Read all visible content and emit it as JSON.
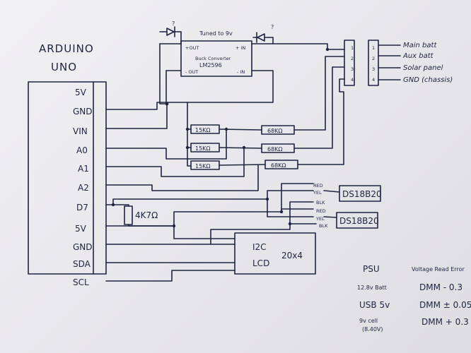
{
  "board": {
    "title": "ARDUINO",
    "subtitle": "UNO",
    "pins_right": [
      "5V",
      "GND",
      "VIN",
      "A0",
      "A1",
      "A2",
      "D7",
      "5V",
      "GND",
      "SDA",
      "SCL"
    ]
  },
  "buck": {
    "note": "Tuned to 9v",
    "name": "Buck Converter",
    "part": "LM2596",
    "out_pos": "+OUT",
    "in_pos": "+ IN",
    "out_neg": "- OUT",
    "in_neg": "- IN",
    "diode_mark": "?"
  },
  "connector": {
    "pins": [
      "1",
      "2",
      "3",
      "4"
    ],
    "labels": [
      "Main batt",
      "Aux batt",
      "Solar panel",
      "GND (chassis)"
    ]
  },
  "dividers": [
    {
      "low": "15KΩ",
      "high": "68KΩ"
    },
    {
      "low": "15KΩ",
      "high": "68KΩ"
    },
    {
      "low": "15KΩ",
      "high": "68KΩ"
    }
  ],
  "pullup": {
    "value": "4K7Ω"
  },
  "sensors": {
    "name": "DS18B20",
    "wires": [
      "RED",
      "YEL",
      "BLK"
    ]
  },
  "lcd": {
    "line1": "I2C",
    "line2": "LCD",
    "size": "20x4"
  },
  "table": {
    "head_left": "PSU",
    "head_right": "Voltage Read Error",
    "rows": [
      {
        "psu": "12.8v Batt",
        "err": "DMM - 0.3"
      },
      {
        "psu": "USB 5v",
        "err": "DMM ± 0.05"
      },
      {
        "psu": "9v cell",
        "psu2": "(8.40V)",
        "err": "DMM + 0.3"
      }
    ]
  }
}
